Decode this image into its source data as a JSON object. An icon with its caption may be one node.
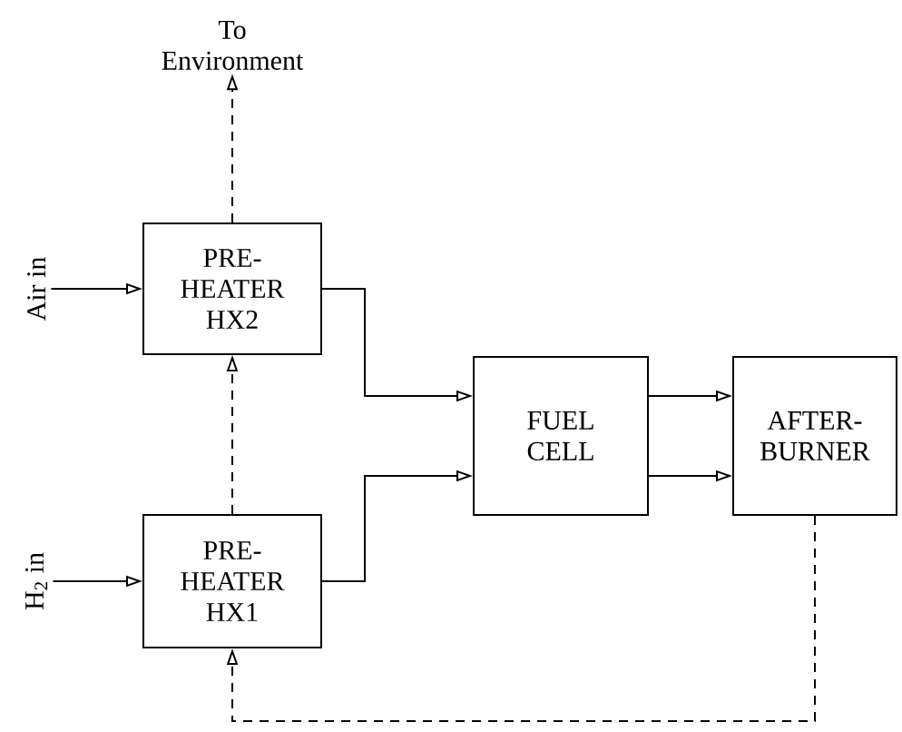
{
  "diagram": {
    "nodes": [
      {
        "text": [
          "PRE- HEATER HX2"
        ]
      },
      {
        "text": [
          "PRE- HEATER HX1"
        ]
      },
      {
        "text": [
          "FUEL CELL"
        ]
      },
      {
        "text": [
          "AFTER- BURNER"
        ]
      },
      {
        "text": [
          "To Environment"
        ]
      },
      {
        "text": [
          "Air in"
        ]
      },
      {
        "text": [
          "H$_{2}$ in"
        ]
      }
    ],
    "edges": [
      {
        "from": 5,
        "to": 0,
        "arrow": "to"
      },
      {
        "from": 6,
        "to": 1,
        "arrow": "to"
      },
      {
        "from": 0,
        "to": 4,
        "arrow": "to",
        "style": "dashed"
      },
      {
        "from": 1,
        "to": 0,
        "arrow": "to",
        "style": "dashed"
      },
      {
        "from": 0,
        "to": 2,
        "arrow": "to"
      },
      {
        "from": 1,
        "to": 2,
        "arrow": "to"
      },
      {
        "from": 2,
        "to": 3,
        "arrow": "to"
      },
      {
        "from": 2,
        "to": 3,
        "arrow": "to"
      },
      {
        "from": 3,
        "to": 1,
        "arrow": "to",
        "style": "dashed"
      }
    ]
  }
}
